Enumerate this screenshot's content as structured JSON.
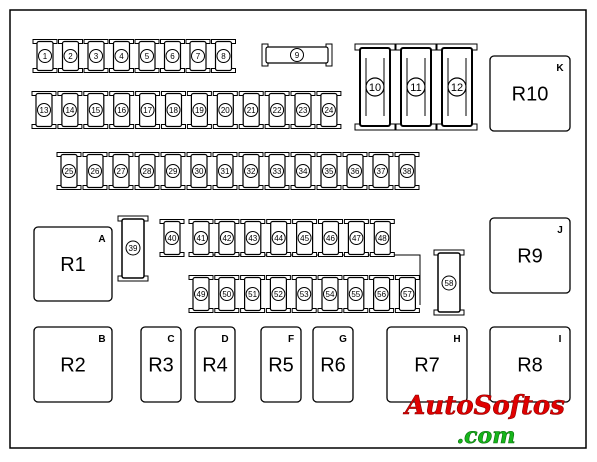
{
  "fuses": {
    "row1": [
      "1",
      "2",
      "3",
      "4",
      "5",
      "6",
      "7",
      "8"
    ],
    "row2": [
      "13",
      "14",
      "15",
      "16",
      "17",
      "18",
      "19",
      "20",
      "21",
      "22",
      "23",
      "24"
    ],
    "row3": [
      "25",
      "26",
      "27",
      "28",
      "29",
      "30",
      "31",
      "32",
      "33",
      "34",
      "35",
      "36",
      "37",
      "38"
    ],
    "row4": [
      "41",
      "42",
      "43",
      "44",
      "45",
      "46",
      "47",
      "48"
    ],
    "row5": [
      "49",
      "50",
      "51",
      "52",
      "53",
      "54",
      "55",
      "56",
      "57"
    ],
    "single": [
      "9",
      "39",
      "40",
      "58"
    ],
    "maxi": [
      "10",
      "11",
      "12"
    ]
  },
  "relays": [
    {
      "id": "r1",
      "name": "R1",
      "letter": "A"
    },
    {
      "id": "r2",
      "name": "R2",
      "letter": "B"
    },
    {
      "id": "r3",
      "name": "R3",
      "letter": "C"
    },
    {
      "id": "r4",
      "name": "R4",
      "letter": "D"
    },
    {
      "id": "r5",
      "name": "R5",
      "letter": "F"
    },
    {
      "id": "r6",
      "name": "R6",
      "letter": "G"
    },
    {
      "id": "r7",
      "name": "R7",
      "letter": "H"
    },
    {
      "id": "r8",
      "name": "R8",
      "letter": "I"
    },
    {
      "id": "r9",
      "name": "R9",
      "letter": "J"
    },
    {
      "id": "r10",
      "name": "R10",
      "letter": "K"
    }
  ],
  "watermark": {
    "line1": "AutoSoftos",
    "line2": ".com",
    "color1": "#e00000",
    "color2": "#16b51a"
  }
}
